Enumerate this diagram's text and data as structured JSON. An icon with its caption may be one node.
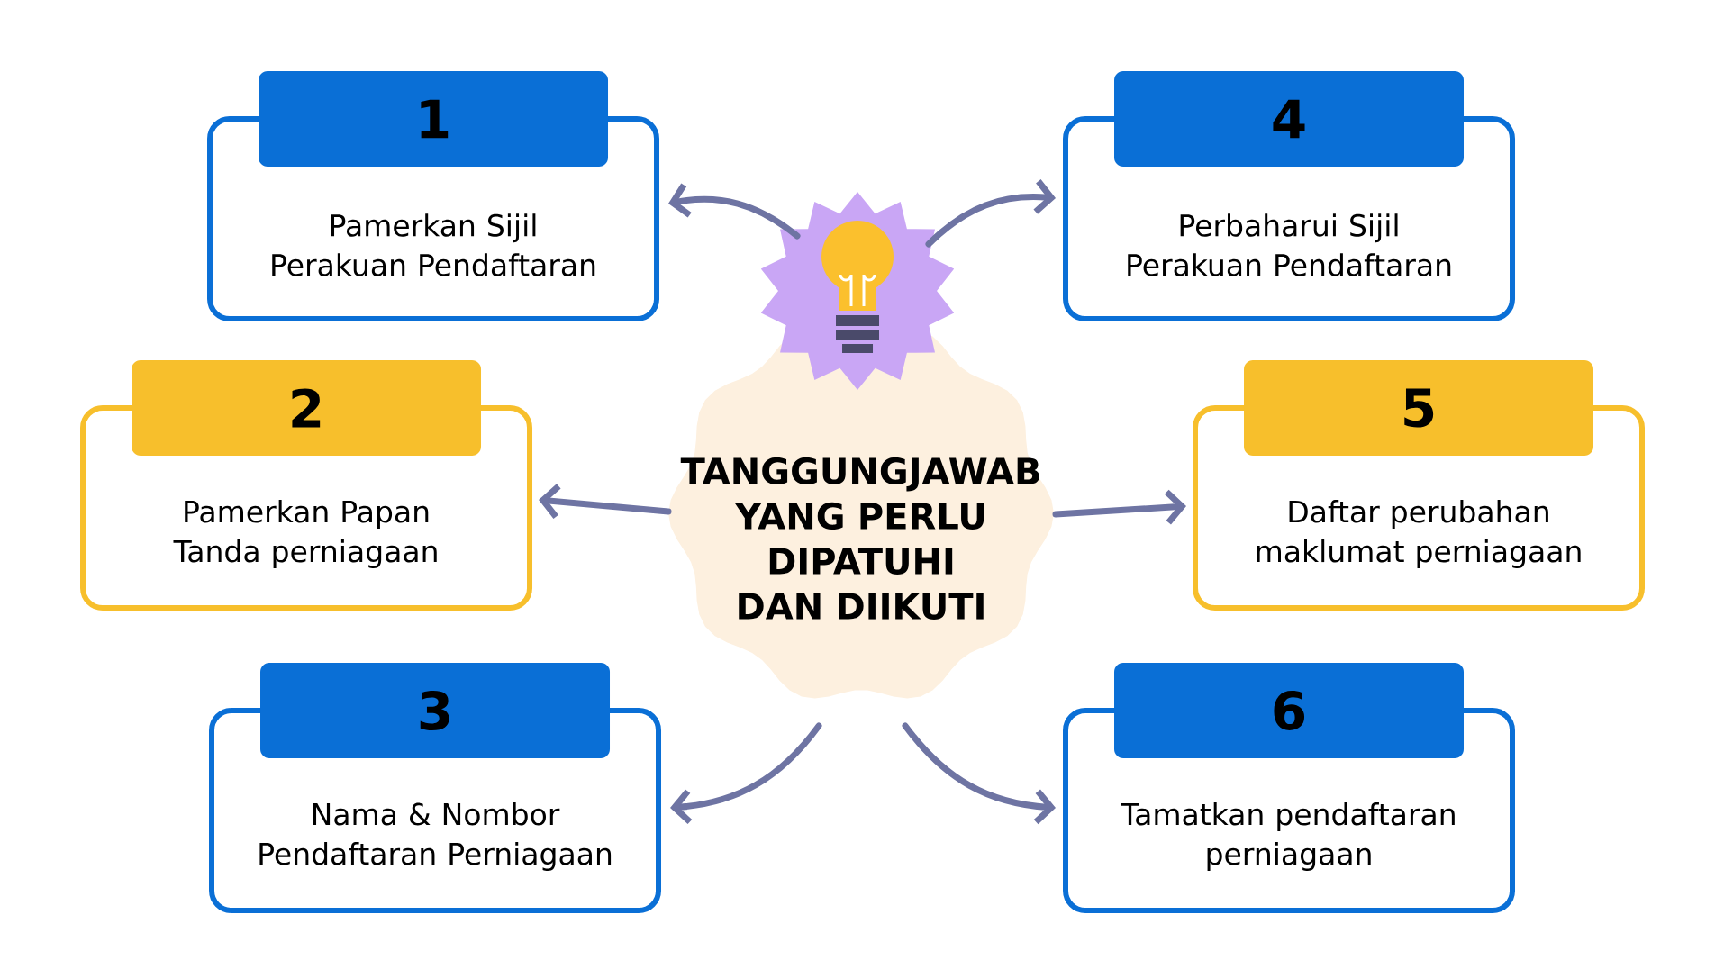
{
  "diagram": {
    "nodes": [
      {
        "text": [
          "TANGGUNGJAWAB YANG PERLU DIPATUHI DAN DIIKUTI"
        ]
      },
      {
        "text": [
          "1",
          "Pamerkan Sijil Perakuan Pendaftaran"
        ]
      },
      {
        "text": [
          "2",
          "Pamerkan Papan Tanda perniagaan"
        ]
      },
      {
        "text": [
          "3",
          "Nama & Nombor Pendaftaran Perniagaan"
        ]
      },
      {
        "text": [
          "4",
          "Perbaharui Sijil Perakuan Pendaftaran"
        ]
      },
      {
        "text": [
          "5",
          "Daftar perubahan maklumat perniagaan"
        ]
      },
      {
        "text": [
          "6",
          "Tamatkan pendaftaran perniagaan"
        ]
      }
    ],
    "edges": [
      {
        "from": 0,
        "to": 1,
        "arrow": "to"
      },
      {
        "from": 0,
        "to": 2,
        "arrow": "to"
      },
      {
        "from": 0,
        "to": 3,
        "arrow": "to"
      },
      {
        "from": 0,
        "to": 4,
        "arrow": "to"
      },
      {
        "from": 0,
        "to": 5,
        "arrow": "to"
      },
      {
        "from": 0,
        "to": 6,
        "arrow": "to"
      }
    ]
  }
}
